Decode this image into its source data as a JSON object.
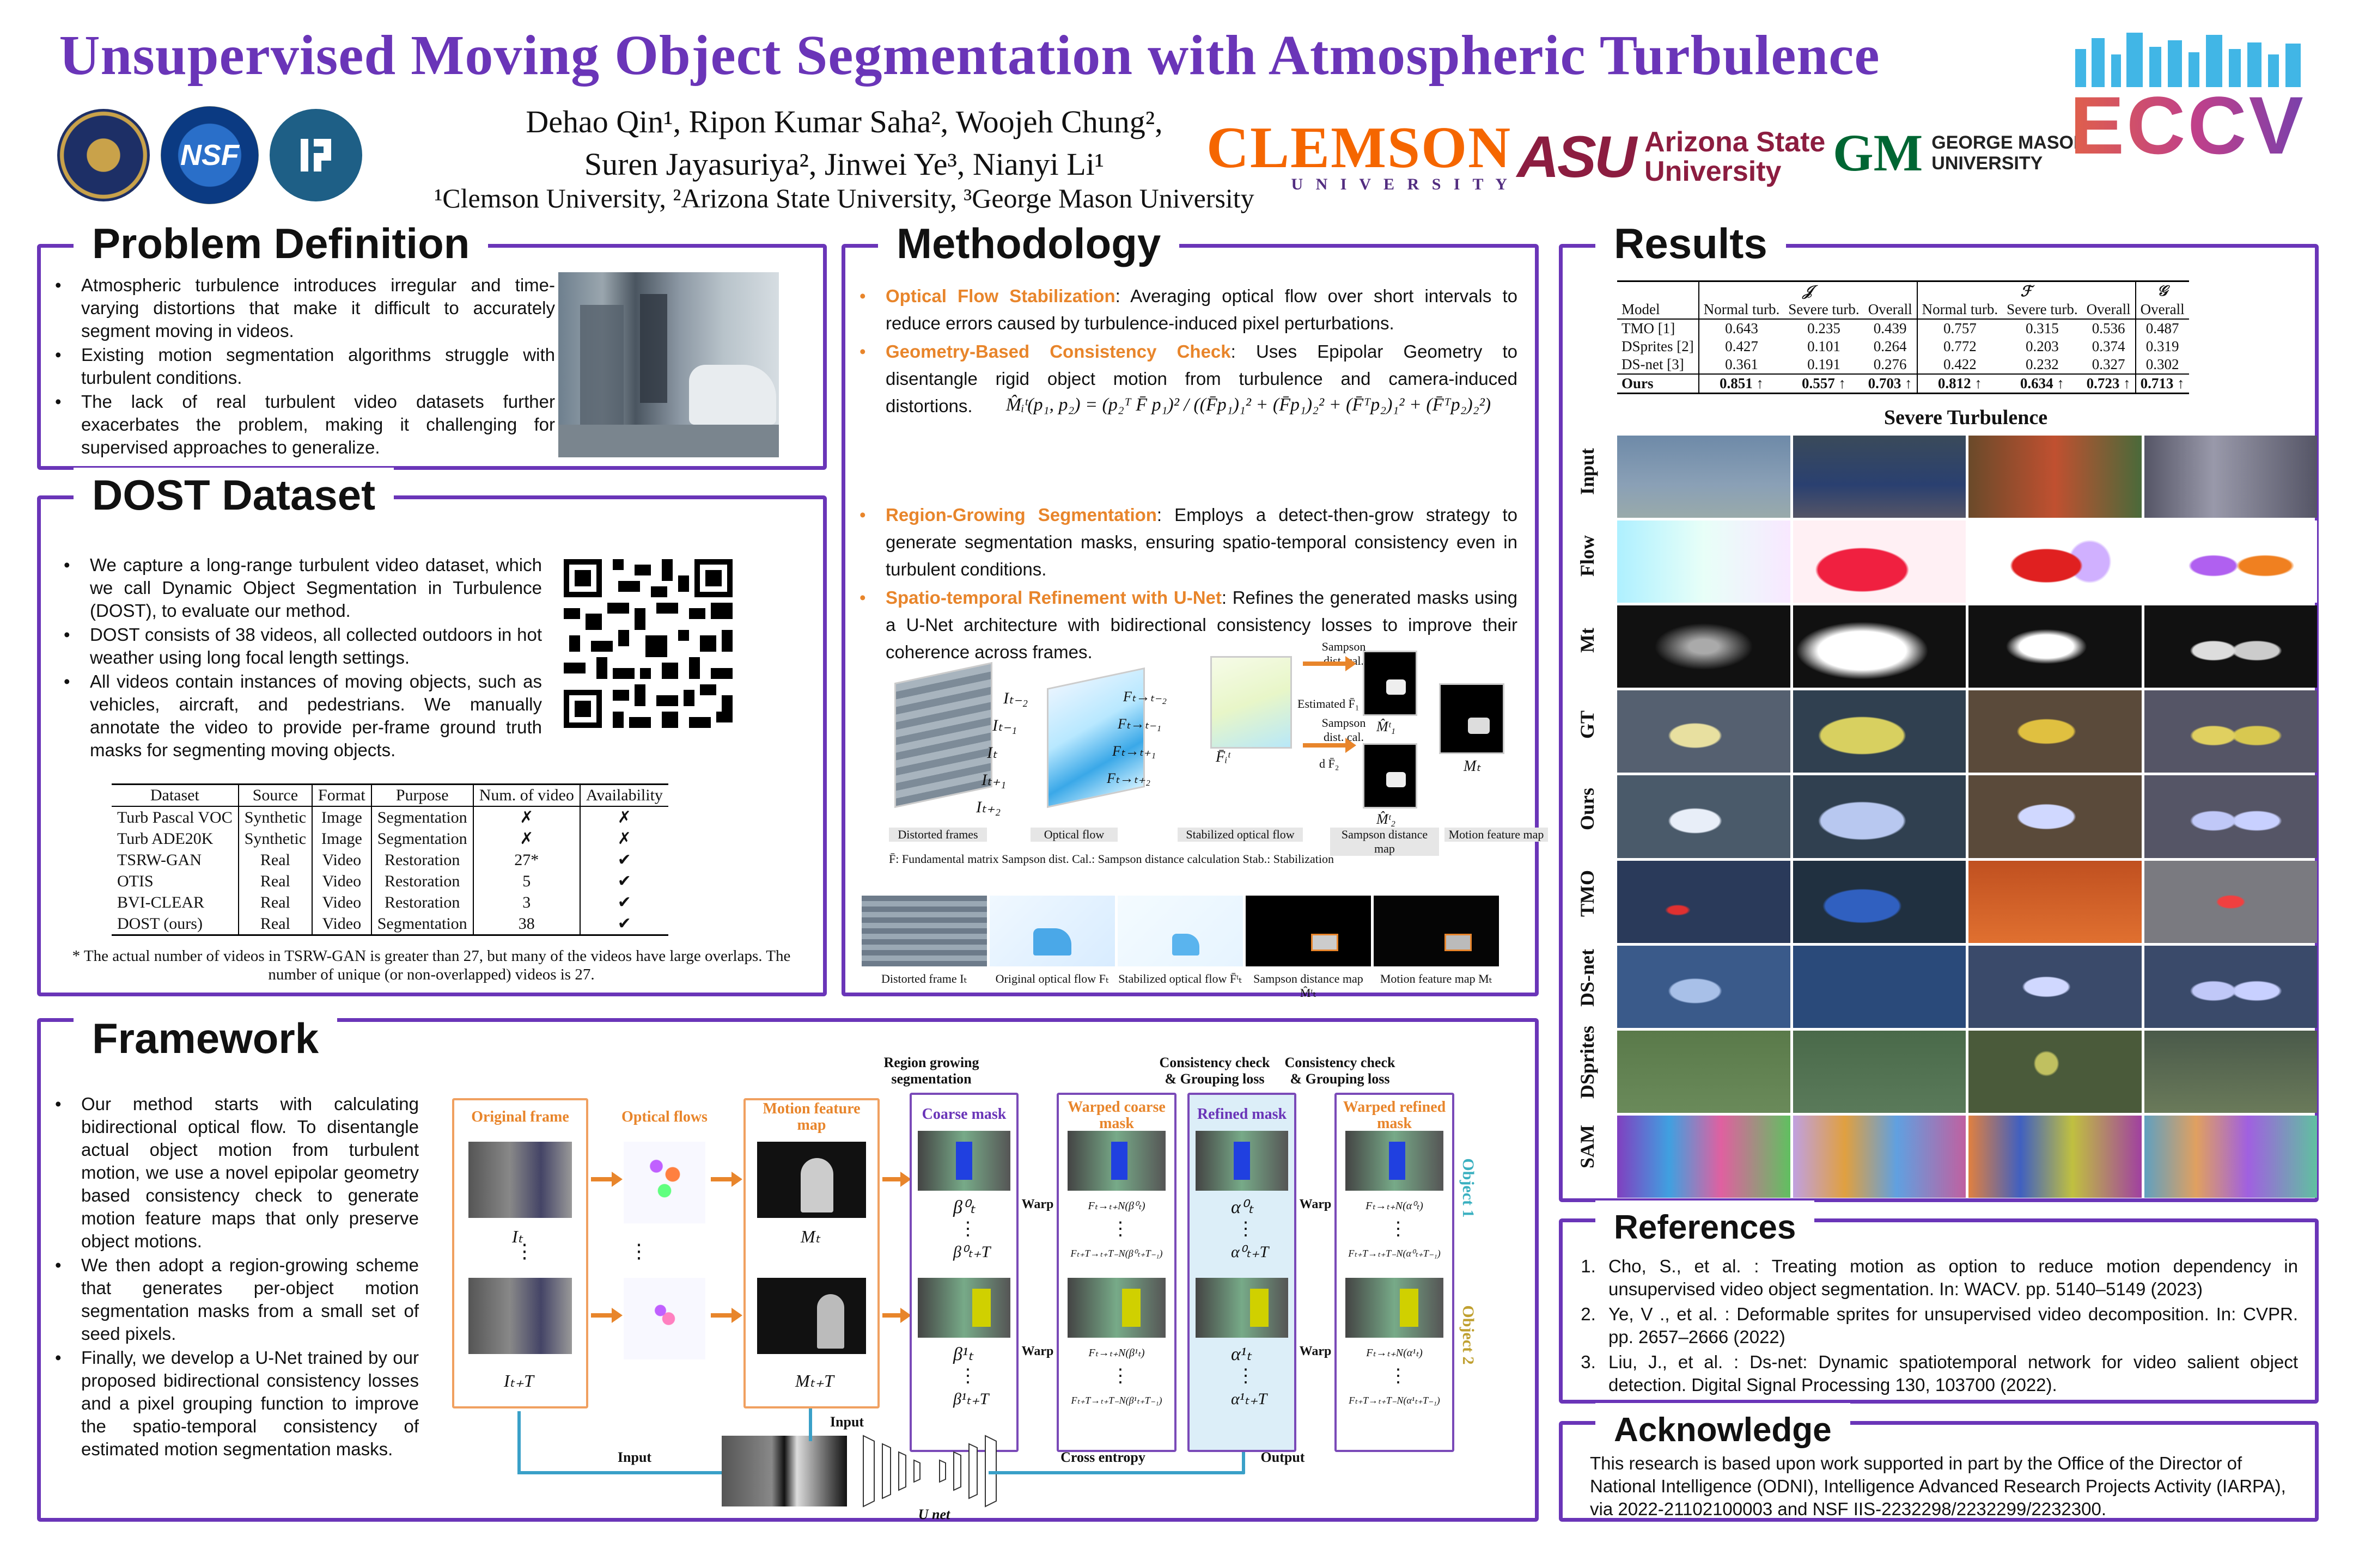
{
  "header": {
    "title": "Unsupervised Moving Object Segmentation with Atmospheric Turbulence",
    "authors_line1": "Dehao Qin¹, Ripon Kumar Saha², Woojeh Chung²,",
    "authors_line2": "Suren Jayasuriya², Jinwei Ye³,  Nianyi Li¹",
    "affiliations": "¹Clemson University, ²Arizona State University, ³George Mason University",
    "logo_nsf": "NSF",
    "logo_clemson": "CLEMSON",
    "logo_clemson_sub": "U N I V E R S I T Y",
    "logo_asu_mark": "ASU",
    "logo_asu_name1": "Arizona State",
    "logo_asu_name2": "University",
    "logo_gmu_mark": "GM",
    "logo_gmu_name1": "GEORGE MASON",
    "logo_gmu_name2": "UNIVERSITY",
    "logo_eccv": "ECCV"
  },
  "problem": {
    "title": "Problem Definition",
    "bullets": [
      "Atmospheric turbulence introduces irregular and time-varying distortions that make it difficult to accurately segment moving in videos.",
      "Existing motion segmentation algorithms struggle with turbulent conditions.",
      "The lack of real turbulent video datasets further exacerbates the problem, making it challenging for supervised approaches to generalize."
    ]
  },
  "dost": {
    "title": "DOST Dataset",
    "bullets": [
      "We capture a long-range turbulent video dataset, which we call Dynamic Object Segmentation in Turbulence (DOST), to evaluate our method.",
      "DOST consists of 38 videos, all collected outdoors in hot weather using long focal length settings.",
      "All videos contain instances of moving objects, such as vehicles, aircraft, and pedestrians. We manually annotate the video to provide per-frame ground truth masks for segmenting moving objects."
    ],
    "table": {
      "headers": [
        "Dataset",
        "Source",
        "Format",
        "Purpose",
        "Num. of video",
        "Availability"
      ],
      "rows": [
        [
          "Turb Pascal VOC",
          "Synthetic",
          "Image",
          "Segmentation",
          "✗",
          "✗"
        ],
        [
          "Turb ADE20K",
          "Synthetic",
          "Image",
          "Segmentation",
          "✗",
          "✗"
        ],
        [
          "TSRW-GAN",
          "Real",
          "Video",
          "Restoration",
          "27*",
          "✔"
        ],
        [
          "OTIS",
          "Real",
          "Video",
          "Restoration",
          "5",
          "✔"
        ],
        [
          "BVI-CLEAR",
          "Real",
          "Video",
          "Restoration",
          "3",
          "✔"
        ],
        [
          "DOST (ours)",
          "Real",
          "Video",
          "Segmentation",
          "38",
          "✔"
        ]
      ]
    },
    "footnote": "* The actual number of videos in TSRW-GAN is greater than 27, but many of the videos have large overlaps. The number of unique (or non-overlapped) videos is 27."
  },
  "methodology": {
    "title": "Methodology",
    "items": [
      {
        "head": "Optical Flow Stabilization",
        "text": ": Averaging optical flow over short intervals to reduce errors caused by turbulence-induced pixel perturbations."
      },
      {
        "head": "Geometry-Based Consistency Check",
        "text": ": Uses Epipolar Geometry to disentangle rigid object motion from turbulence and camera-induced distortions."
      },
      {
        "head": "Region-Growing Segmentation",
        "text": ": Employs a detect-then-grow strategy to generate segmentation masks, ensuring spatio-temporal consistency even in turbulent conditions."
      },
      {
        "head": "Spatio-temporal Refinement with U-Net",
        "text": ": Refines the generated masks using a U-Net architecture with bidirectional consistency losses to improve their coherence across frames."
      }
    ],
    "equation": "M̂ᵢᵗ(p₁, p₂) = (p₂ᵀ F̄ p₁)² / ((F̄p₁)₁² + (F̄p₁)₂² + (F̄ᵀp₂)₁² + (F̄ᵀp₂)₂²)",
    "diag_captions": [
      "Distorted frames",
      "Optical flow",
      "Stabilized optical flow",
      "Sampson distance map",
      "Motion feature map"
    ],
    "diag_labels": {
      "sampson1": "Sampson dist. cal.",
      "sampson2": "Sampson dist. cal.",
      "estimated": "Estimated F̄₁",
      "d_f2": "d F̄₂",
      "mhat1": "M̂ᵗ₁",
      "mhat2": "M̂ᵗ₂",
      "mt": "Mₜ",
      "fbar": "F̄ᵢᵗ"
    },
    "frame_labels": [
      "Iₜ₋₂",
      "Iₜ₋₁",
      "Iₜ",
      "Iₜ₊₁",
      "Iₜ₊₂"
    ],
    "flow_labels": [
      "Fₜ→ₜ₋₂",
      "Fₜ→ₜ₋₁",
      "Fₜ→ₜ₊₁",
      "Fₜ→ₜ₊₂"
    ],
    "legend_line": "F̄: Fundamental matrix   Sampson dist. Cal.: Sampson distance calculation   Stab.: Stabilization",
    "strip_captions": [
      "Distorted frame  Iₜ",
      "Original optical flow Fₜ",
      "Stabilized optical flow F̄ᵗₜ",
      "Sampson distance map M̂ᵗₜ",
      "Motion feature map Mₜ"
    ]
  },
  "framework": {
    "title": "Framework",
    "bullets": [
      "Our method starts with calculating bidirectional optical flow. To disentangle actual object motion from turbulent motion, we use a novel epipolar geometry based consistency check to generate motion feature maps that only preserve object motions.",
      "We then adopt a region-growing scheme that generates per-object motion segmentation masks from a small set of seed pixels.",
      "Finally, we develop a U-Net trained by our proposed bidirectional consistency losses and a pixel grouping function to improve the spatio-temporal consistency of estimated motion segmentation masks."
    ],
    "labels": {
      "original": "Original frame",
      "flows": "Optical flows",
      "motion": "Motion feature map",
      "coarse": "Coarse mask",
      "warped_coarse": "Warped coarse mask",
      "refined": "Refined mask",
      "warped_refined": "Warped refined mask",
      "region_growing": "Region growing segmentation",
      "consist1": "Consistency check & Grouping loss",
      "consist2": "Consistency check & Grouping loss",
      "object1": "Object 1",
      "object2": "Object 2",
      "warp": "Warp",
      "input1": "Input",
      "input2": "Input",
      "output": "Output",
      "cross": "Cross entropy",
      "unet": "U net",
      "i_t": "Iₜ",
      "i_tT": "Iₜ₊T",
      "m_t": "Mₜ",
      "m_tT": "Mₜ₊T",
      "b0t": "β⁰ₜ",
      "b0tT": "β⁰ₜ₊T",
      "b1t": "β¹ₜ",
      "b1tT": "β¹ₜ₊T",
      "a0t": "α⁰ₜ",
      "a0tT": "α⁰ₜ₊T",
      "a1t": "α¹ₜ",
      "a1tT": "α¹ₜ₊T",
      "w1": "Fₜ→ₜ₊N(β⁰ₜ)",
      "w2": "Fₜ₊T→ₜ₊T₋N(β⁰ₜ₊T₋₁)",
      "w3": "Fₜ→ₜ₊N(β¹ₜ)",
      "w4": "Fₜ₊T→ₜ₊T₋N(β¹ₜ₊T₋₁)",
      "w5": "Fₜ→ₜ₊N(α⁰ₜ)",
      "w6": "Fₜ₊T→ₜ₊T₋N(α⁰ₜ₊T₋₁)",
      "w7": "Fₜ→ₜ₊N(α¹ₜ)",
      "w8": "Fₜ₊T→ₜ₊T₋N(α¹ₜ₊T₋₁)",
      "dots": "⋮"
    }
  },
  "results": {
    "title": "Results",
    "groups": [
      "𝒥",
      "ℱ",
      "𝒢"
    ],
    "headers": [
      "Model",
      "Normal turb.",
      "Severe turb.",
      "Overall",
      "Normal turb.",
      "Severe turb.",
      "Overall",
      "Overall"
    ],
    "rows": [
      [
        "TMO [1]",
        "0.643",
        "0.235",
        "0.439",
        "0.757",
        "0.315",
        "0.536",
        "0.487"
      ],
      [
        "DSprites [2]",
        "0.427",
        "0.101",
        "0.264",
        "0.772",
        "0.203",
        "0.374",
        "0.319"
      ],
      [
        "DS-net [3]",
        "0.361",
        "0.191",
        "0.276",
        "0.422",
        "0.232",
        "0.327",
        "0.302"
      ]
    ],
    "ours": [
      "Ours",
      "0.851 ↑",
      "0.557 ↑",
      "0.703 ↑",
      "0.812 ↑",
      "0.634 ↑",
      "0.723 ↑",
      "0.713 ↑"
    ],
    "grid_title": "Severe Turbulence",
    "row_labels": [
      "Input",
      "Flow",
      "Mt",
      "GT",
      "Ours",
      "TMO",
      "DS-net",
      "DSprites",
      "SAM"
    ]
  },
  "references": {
    "title": "References",
    "items": [
      "Cho, S., et al. : Treating motion as option to reduce motion dependency in unsupervised video object segmentation. In: WACV. pp. 5140–5149 (2023)",
      "Ye, V ., et al. : Deformable sprites for unsupervised video decomposition. In: CVPR. pp. 2657–2666 (2022)",
      "Liu, J., et al. : Ds-net: Dynamic spatiotemporal network for video salient object detection. Digital Signal Processing 130, 103700 (2022)."
    ]
  },
  "acknowledge": {
    "title": "Acknowledge",
    "text": "This research is based upon work supported in part by the Office of the Director of National Intelligence (ODNI), Intelligence Advanced Research Projects Activity (IARPA), via 2022-21102100003 and NSF IIS-2232298/2232299/2232300."
  }
}
